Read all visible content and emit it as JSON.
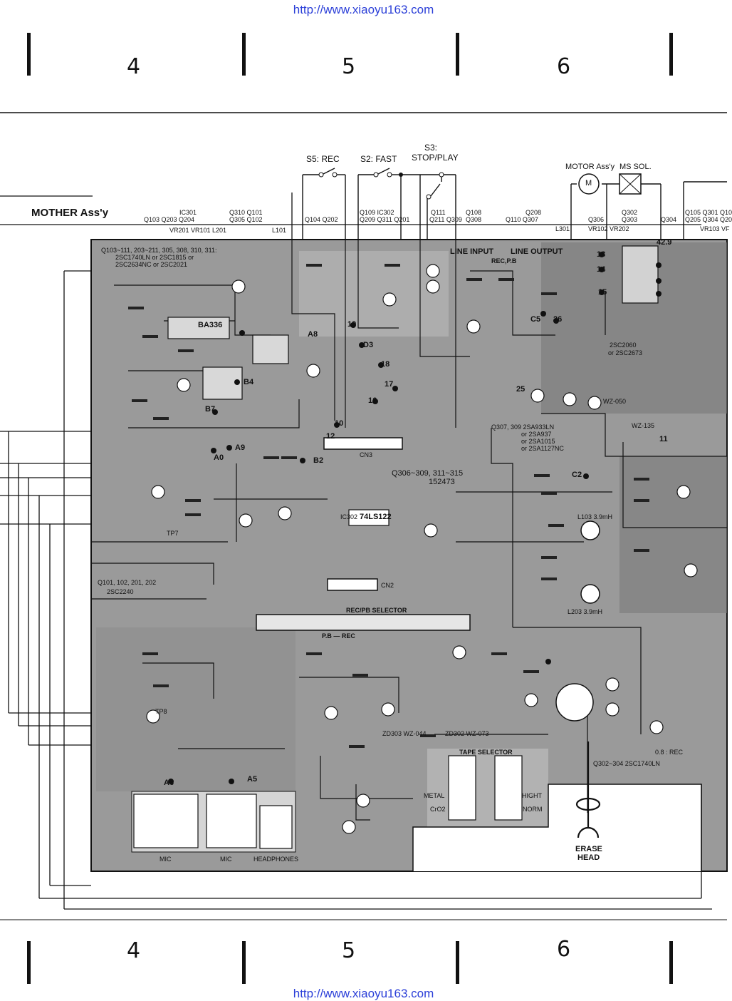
{
  "header": {
    "url_top": "http://www.xiaoyu163.com",
    "url_bottom": "http://www.xiaoyu163.com",
    "columns_top": [
      "4",
      "5",
      "6"
    ],
    "columns_bottom": [
      "4",
      "5",
      "6"
    ]
  },
  "switches": {
    "s5": "S5: REC",
    "s2": "S2: FAST",
    "s3_line1": "S3:",
    "s3_line2": "STOP/PLAY"
  },
  "motor": {
    "label": "MOTOR Ass'y",
    "sol": "MS SOL.",
    "m": "M"
  },
  "assembly": {
    "title": "MOTHER Ass'y",
    "top_refs_1": "IC301",
    "top_refs_2": "Q103 Q203 Q204",
    "top_refs_3": "Q310 Q101",
    "top_refs_4": "Q305 Q102",
    "top_refs_5": "VR201 VR101 L201",
    "top_refs_6": "L101",
    "top_refs_7": "Q104  Q202",
    "top_refs_8": "Q109 IC302",
    "top_refs_9": "Q209 Q311 Q201",
    "top_refs_10": "Q111",
    "top_refs_11": "Q211 Q309",
    "top_refs_12": "Q108",
    "top_refs_13": "Q308",
    "top_refs_14": "Q110  Q307",
    "top_refs_15": "Q208",
    "top_refs_16": "L301",
    "top_refs_17": "Q306",
    "top_refs_18": "VR102 VR202",
    "top_refs_19": "Q302",
    "top_refs_20": "Q303",
    "top_refs_21": "Q304",
    "top_refs_22": "Q105 Q301 Q10",
    "top_refs_23": "Q205 Q304 Q20",
    "top_refs_24": "VR103 VF"
  },
  "board": {
    "note_1": "Q103~111, 203~211, 305, 308, 310, 311:",
    "note_2": "2SC1740LN or 2SC1815 or",
    "note_3": "2SC2634NC or 2SC2021",
    "line_input": "LINE INPUT",
    "line_output": "LINE OUTPUT",
    "rec_pb": "REC,P.B",
    "ic_ba": "BA336",
    "ic_74": "74LS122",
    "ic_74_ref": "IC302",
    "cn3": "CN3",
    "cn2": "CN2",
    "ic_152473": "152473",
    "q_range": "Q306~309, 311~315",
    "rec_pb_selector": "REC/PB SELECTOR",
    "pb_rec": "P.B — REC",
    "tape_selector": "TAPE SELECTOR",
    "metal": "METAL",
    "cro2": "CrO2",
    "high": "HIGHT",
    "norm": "NORM",
    "mic1": "MIC",
    "mic2": "MIC",
    "headphones": "HEADPHONES",
    "erase_1": "ERASE",
    "erase_2": "HEAD",
    "q_2sc2240": "2SC2240",
    "q_2sc2240_ref": "Q101, 102, 201, 202",
    "tp7": "TP7",
    "tp8": "TP8",
    "wz044": "ZD303  WZ-044",
    "wz073": "ZD302  WZ-073",
    "wz050": "WZ-050",
    "q_2sc2060": "2SC2060",
    "q_2sc2673": "or 2SC2673",
    "q_2sa933": "Q307, 309  2SA933LN",
    "q_2sa937": "or 2SA937",
    "q_2sa1015": "or 2SA1015",
    "q_2sa1127": "or 2SA1127NC",
    "q_2sc1740": "Q302~304  2SC1740LN",
    "l203": "L203  3.9mH",
    "l103": "L103  3.9mH",
    "d8rec": "0.8 : REC",
    "wz135": "WZ-135",
    "nodes": [
      "A8",
      "B4",
      "B7",
      "A9",
      "A0",
      "B2",
      "D3",
      "A6",
      "A5",
      "C5",
      "C2",
      "13",
      "14",
      "15",
      "16",
      "17",
      "18",
      "19",
      "10",
      "11",
      "12",
      "26",
      "25",
      "42.9"
    ]
  }
}
